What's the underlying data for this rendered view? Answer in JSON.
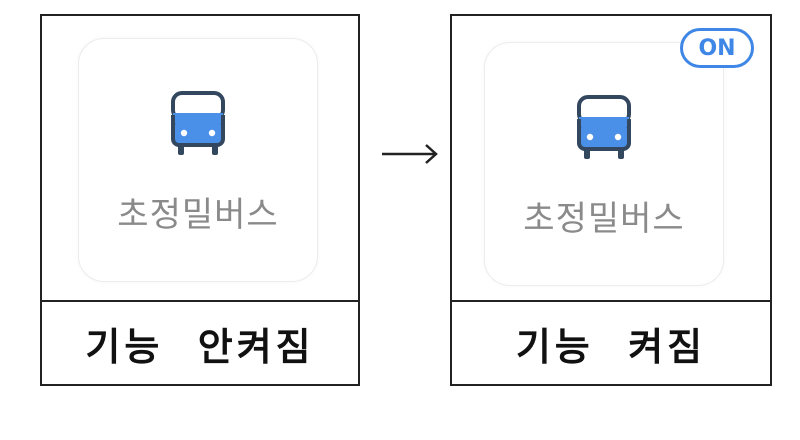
{
  "app_tile": {
    "label": "초정밀버스"
  },
  "off_panel": {
    "caption": "기능  안켜짐"
  },
  "on_panel": {
    "badge": "ON",
    "caption": "기능  켜짐"
  },
  "colors": {
    "bus_top": "#33475e",
    "bus_body": "#4a8fe8",
    "badge": "#3f87e6",
    "label_gray": "#8a8a8a",
    "border": "#222222"
  },
  "icons": {
    "bus": "bus-icon",
    "arrow": "right-arrow-icon"
  }
}
